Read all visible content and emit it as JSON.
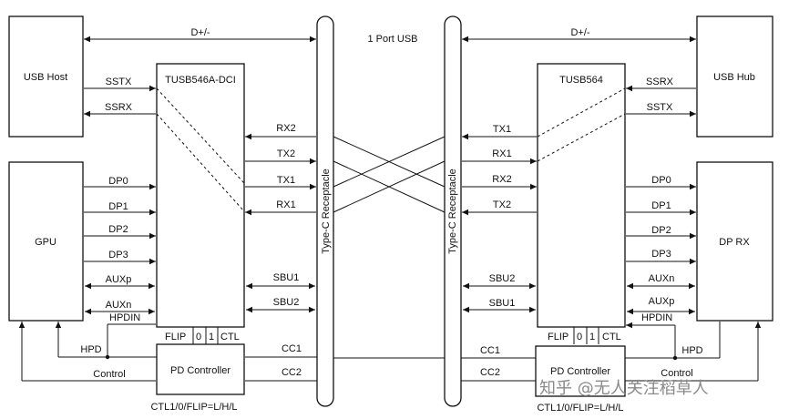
{
  "top_caption": "1 Port USB",
  "blocks": {
    "usb_host": "USB Host",
    "gpu": "GPU",
    "left_mux": "TUSB546A-DCI",
    "left_pd": "PD Controller",
    "left_receptacle": "Type-C Receptacle",
    "right_receptacle": "Type-C Receptacle",
    "right_mux": "TUSB564",
    "right_pd": "PD Controller",
    "usb_hub": "USB Hub",
    "dp_rx": "DP RX"
  },
  "signals": {
    "d_pm": "D+/-",
    "sstx": "SSTX",
    "ssrx": "SSRX",
    "dp0": "DP0",
    "dp1": "DP1",
    "dp2": "DP2",
    "dp3": "DP3",
    "auxp": "AUXp",
    "auxn": "AUXn",
    "hpdin": "HPDIN",
    "hpd": "HPD",
    "control": "Control",
    "rx1": "RX1",
    "rx2": "RX2",
    "tx1": "TX1",
    "tx2": "TX2",
    "sbu1": "SBU1",
    "sbu2": "SBU2",
    "cc1": "CC1",
    "cc2": "CC2",
    "flip": "FLIP",
    "zero": "0",
    "one": "1",
    "ctl": "CTL",
    "config": "CTL1/0/FLIP=L/H/L"
  },
  "watermark": "知乎 @无人关注稻草人"
}
